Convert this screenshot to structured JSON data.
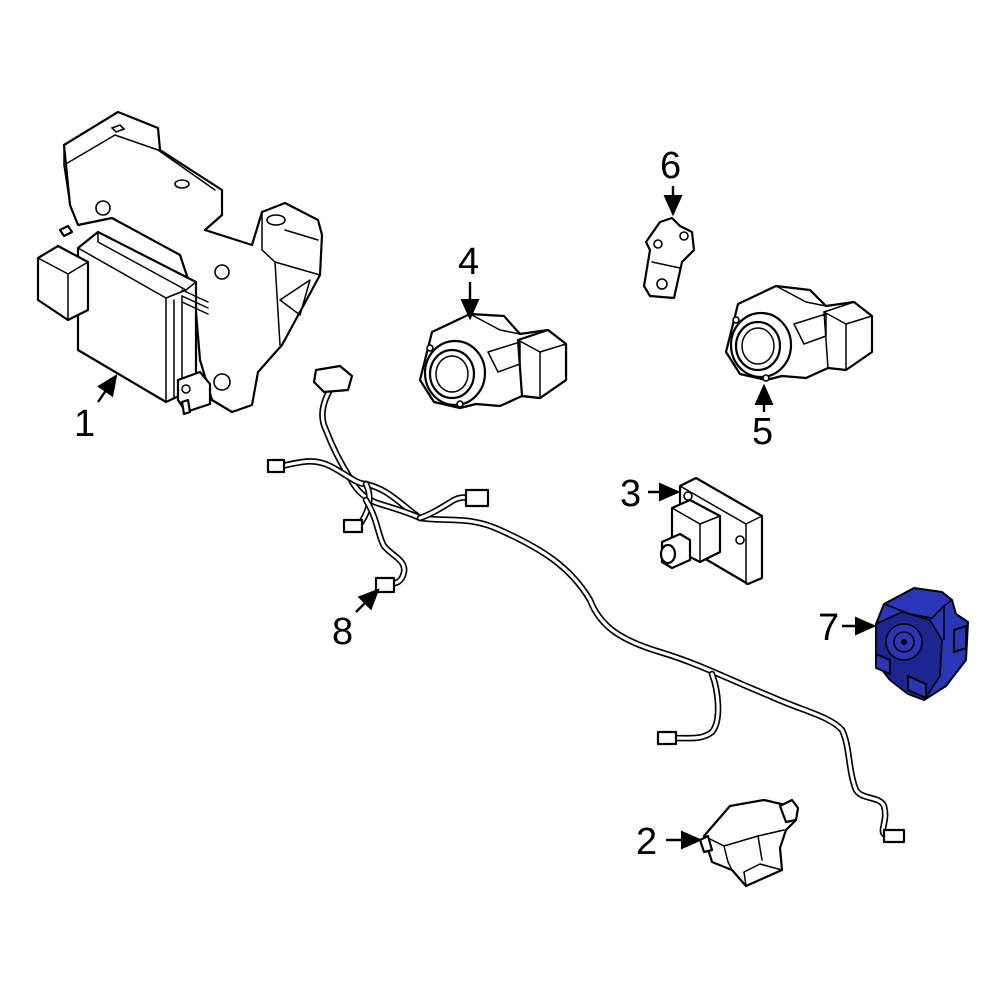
{
  "diagram": {
    "highlight_color": "#2a35b8",
    "callouts": [
      {
        "id": "1",
        "label": "1"
      },
      {
        "id": "2",
        "label": "2"
      },
      {
        "id": "3",
        "label": "3"
      },
      {
        "id": "4",
        "label": "4"
      },
      {
        "id": "5",
        "label": "5"
      },
      {
        "id": "6",
        "label": "6"
      },
      {
        "id": "7",
        "label": "7"
      },
      {
        "id": "8",
        "label": "8"
      }
    ],
    "highlighted_part": "7"
  }
}
